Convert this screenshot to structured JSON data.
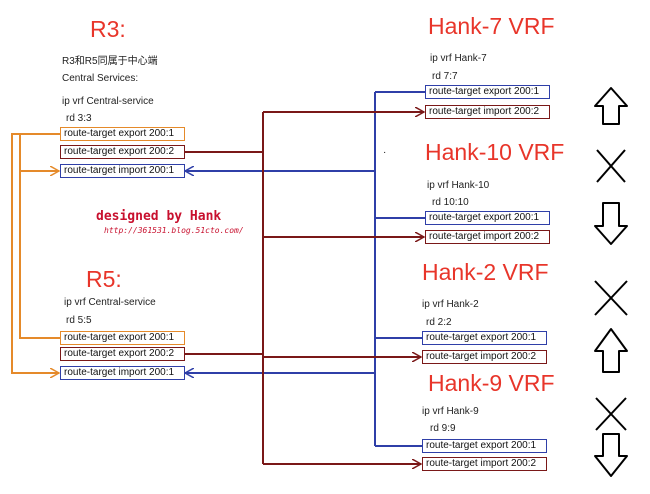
{
  "r3": {
    "title": "R3:",
    "note_line1": "R3和R5同属于中心端",
    "note_line2": "Central Services:",
    "vrf": "ip vrf Central-service",
    "rd": "rd 3:3",
    "rt1": "route-target export 200:1",
    "rt2": "route-target export 200:2",
    "rt3": "route-target import 200:1"
  },
  "r5": {
    "title": "R5:",
    "vrf": "ip vrf Central-service",
    "rd": "rd 5:5",
    "rt1": "route-target export 200:1",
    "rt2": "route-target export 200:2",
    "rt3": "route-target import 200:1"
  },
  "credit": {
    "designed": "designed by Hank",
    "url": "http://361531.blog.51cto.com/"
  },
  "hank7": {
    "title": "Hank-7 VRF",
    "vrf": "ip vrf Hank-7",
    "rd": "rd 7:7",
    "rt1": "route-target export 200:1",
    "rt2": "route-target import 200:2"
  },
  "hank10": {
    "title": "Hank-10 VRF",
    "vrf": "ip vrf Hank-10",
    "rd": "rd 10:10",
    "rt1": "route-target export 200:1",
    "rt2": "route-target import 200:2"
  },
  "hank2": {
    "title": "Hank-2 VRF",
    "vrf": "ip vrf Hank-2",
    "rd": "rd 2:2",
    "rt1": "route-target export 200:1",
    "rt2": "route-target import 200:2"
  },
  "hank9": {
    "title": "Hank-9 VRF",
    "vrf": "ip vrf Hank-9",
    "rd": "rd 9:9",
    "rt1": "route-target export 200:1",
    "rt2": "route-target import 200:2"
  },
  "status_icons": [
    "up-arrow-icon",
    "x-mark-icon",
    "down-arrow-icon",
    "x-mark-icon",
    "up-arrow-icon",
    "x-mark-icon",
    "down-arrow-icon"
  ],
  "colors": {
    "title_red": "#e8352a",
    "blue": "#2f3fa8",
    "maroon": "#7a1818",
    "orange": "#e58a2a"
  }
}
